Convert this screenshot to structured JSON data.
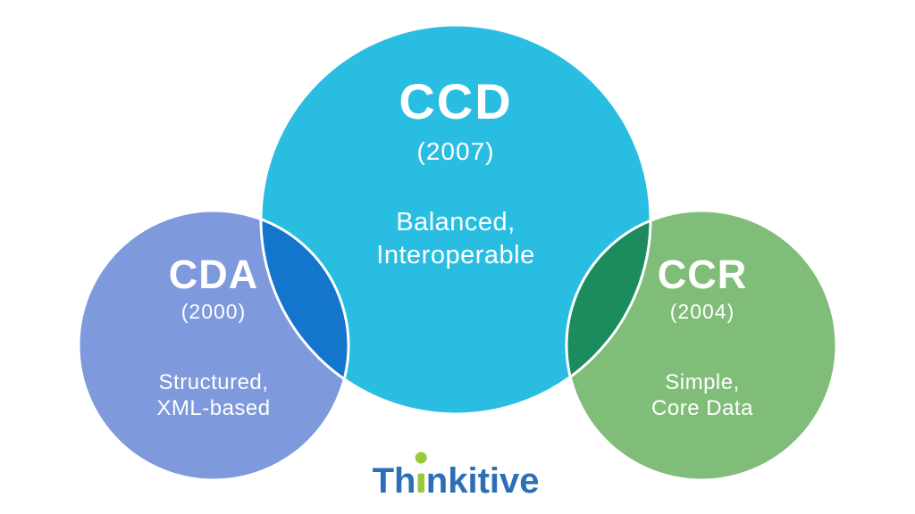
{
  "page": {
    "background_color": "#FFFFFF"
  },
  "diagram": {
    "type": "venn",
    "text_color": "#FFFFFF",
    "outline_color": "#FFFFFF",
    "circles": {
      "center": {
        "title": "CCD",
        "year": "(2007)",
        "desc_line1": "Balanced,",
        "desc_line2": "Interoperable",
        "color": "#29BEE1"
      },
      "left": {
        "title": "CDA",
        "year": "(2000)",
        "desc_line1": "Structured,",
        "desc_line2": "XML-based",
        "color": "#7F99DD"
      },
      "right": {
        "title": "CCR",
        "year": "(2004)",
        "desc_line1": "Simple,",
        "desc_line2": "Core Data",
        "color": "#80BD79"
      }
    },
    "overlaps": {
      "left_center": {
        "color": "#1375CC"
      },
      "center_right": {
        "color": "#1C8C5F"
      }
    }
  },
  "logo": {
    "text": "Thinkitive",
    "parts": {
      "left": "Th",
      "middle": "i",
      "right": "nkitive"
    },
    "blue_color": "#2C6FB7",
    "green_color": "#97C93D"
  }
}
